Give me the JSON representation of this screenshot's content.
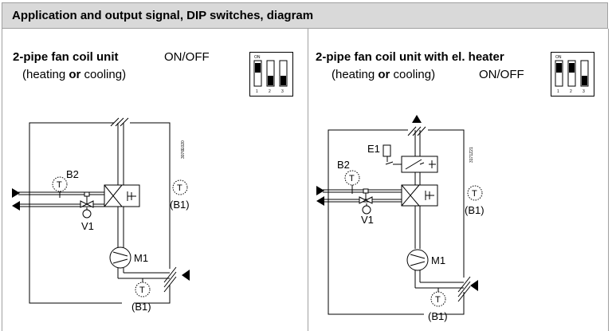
{
  "header": {
    "title": "Application and output signal, DIP switches, diagram"
  },
  "left": {
    "title": "2-pipe fan coil unit",
    "mode": "ON/OFF",
    "subtitle_a": "(heating ",
    "subtitle_or": "or",
    "subtitle_b": " cooling)",
    "dip": {
      "on_label": "ON",
      "switches": [
        "1",
        "2",
        "3"
      ],
      "state": [
        "up",
        "down",
        "down"
      ]
    },
    "diagram": {
      "id": "3076E020",
      "labels": {
        "b2": "B2",
        "v1": "V1",
        "m1": "M1",
        "b1_top": "(B1)",
        "b1_bottom": "(B1)",
        "t": "T"
      }
    }
  },
  "right": {
    "title": "2-pipe fan coil unit with el. heater",
    "mode": "ON/OFF",
    "subtitle_a": "(heating ",
    "subtitle_or": "or",
    "subtitle_b": " cooling)",
    "dip": {
      "on_label": "ON",
      "switches": [
        "1",
        "2",
        "3"
      ],
      "state": [
        "up",
        "up",
        "down"
      ]
    },
    "diagram": {
      "id": "3171Z21",
      "labels": {
        "e1": "E1",
        "b2": "B2",
        "v1": "V1",
        "m1": "M1",
        "b1_top": "(B1)",
        "b1_bottom": "(B1)",
        "t": "T"
      }
    }
  }
}
